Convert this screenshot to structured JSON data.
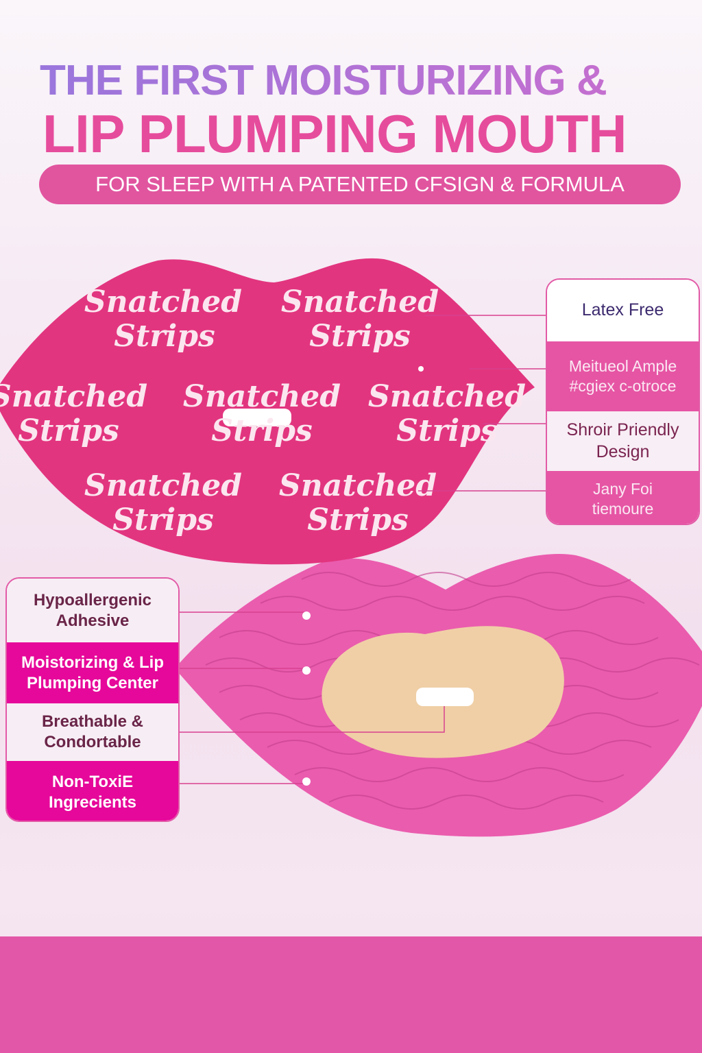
{
  "header": {
    "line1": "THE FIRST MOISTURIZING &",
    "line2": "LIP PLUMPING MOUTH",
    "subtitle": "FOR SLEEP WITH A PATENTED CFSIGN & FORMULA"
  },
  "brand": {
    "line1": "Snatched",
    "line2": "Strips"
  },
  "right_features": [
    {
      "label": "Latex Free"
    },
    {
      "label": "Meitueol Ample #cgiex c-otroce"
    },
    {
      "label": "Shroir Priendly Design"
    },
    {
      "label": "Jany Foi tiemoure"
    }
  ],
  "left_features": [
    {
      "label": "Hypoallergenic Adhesive"
    },
    {
      "label": "Moistorizing & Lip Plumping Center"
    },
    {
      "label": "Breathable & Condortable"
    },
    {
      "label": "Non-ToxiE Ingrecients"
    }
  ],
  "colors": {
    "accent": "#e64c9c",
    "magenta": "#e6089a",
    "lip_top": "#e2357f",
    "lip_bottom": "#ea5cae",
    "center": "#f0cfa6"
  }
}
